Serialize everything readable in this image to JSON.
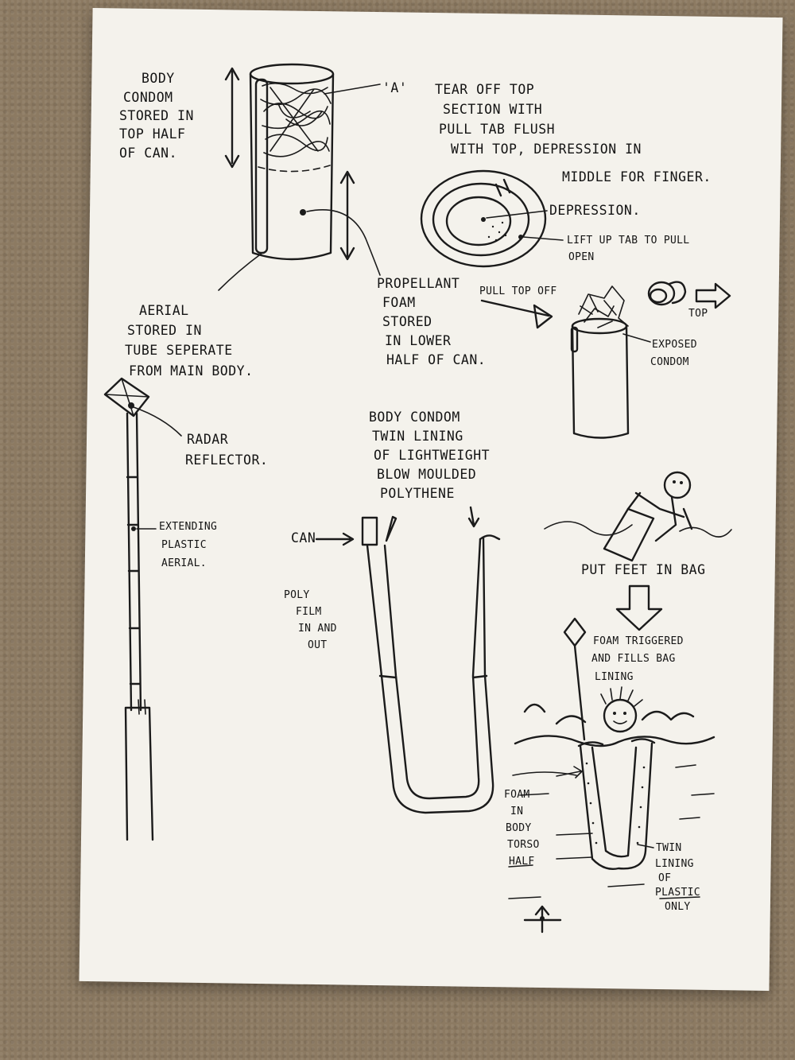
{
  "labels": {
    "body_condom": [
      "BODY",
      "CONDOM",
      "STORED IN",
      "TOP HALF",
      "OF CAN."
    ],
    "marker_a": "'A'",
    "tear_off": [
      "TEAR OFF TOP",
      "SECTION WITH",
      "PULL TAB FLUSH",
      "WITH TOP, DEPRESSION IN",
      "MIDDLE FOR FINGER."
    ],
    "depression": "DEPRESSION.",
    "lift_tab": [
      "LIFT UP TAB TO PULL",
      "OPEN"
    ],
    "propellant": [
      "PROPELLANT",
      "FOAM",
      "STORED",
      "IN LOWER",
      "HALF OF CAN."
    ],
    "pull_top_off": "PULL TOP OFF",
    "top": "TOP",
    "exposed_condom": [
      "EXPOSED",
      "CONDOM"
    ],
    "aerial": [
      "AERIAL",
      "STORED IN",
      "TUBE SEPERATE",
      "FROM MAIN BODY."
    ],
    "radar": [
      "RADAR",
      "REFLECTOR."
    ],
    "extending": [
      "EXTENDING",
      "PLASTIC",
      "AERIAL."
    ],
    "lining": [
      "BODY CONDOM",
      "TWIN LINING",
      "OF LIGHTWEIGHT",
      "BLOW MOULDED",
      "POLYTHENE"
    ],
    "can": "CAN",
    "poly_film": [
      "POLY",
      "FILM",
      "IN AND",
      "OUT"
    ],
    "put_feet": "PUT FEET IN BAG",
    "foam_triggered": [
      "FOAM TRIGGERED",
      "AND FILLS BAG",
      "LINING"
    ],
    "foam_torso": [
      "FOAM",
      "IN",
      "BODY",
      "TORSO",
      "HALF"
    ],
    "twin_lining": [
      "TWIN",
      "LINING",
      "OF",
      "PLASTIC",
      "ONLY"
    ]
  }
}
